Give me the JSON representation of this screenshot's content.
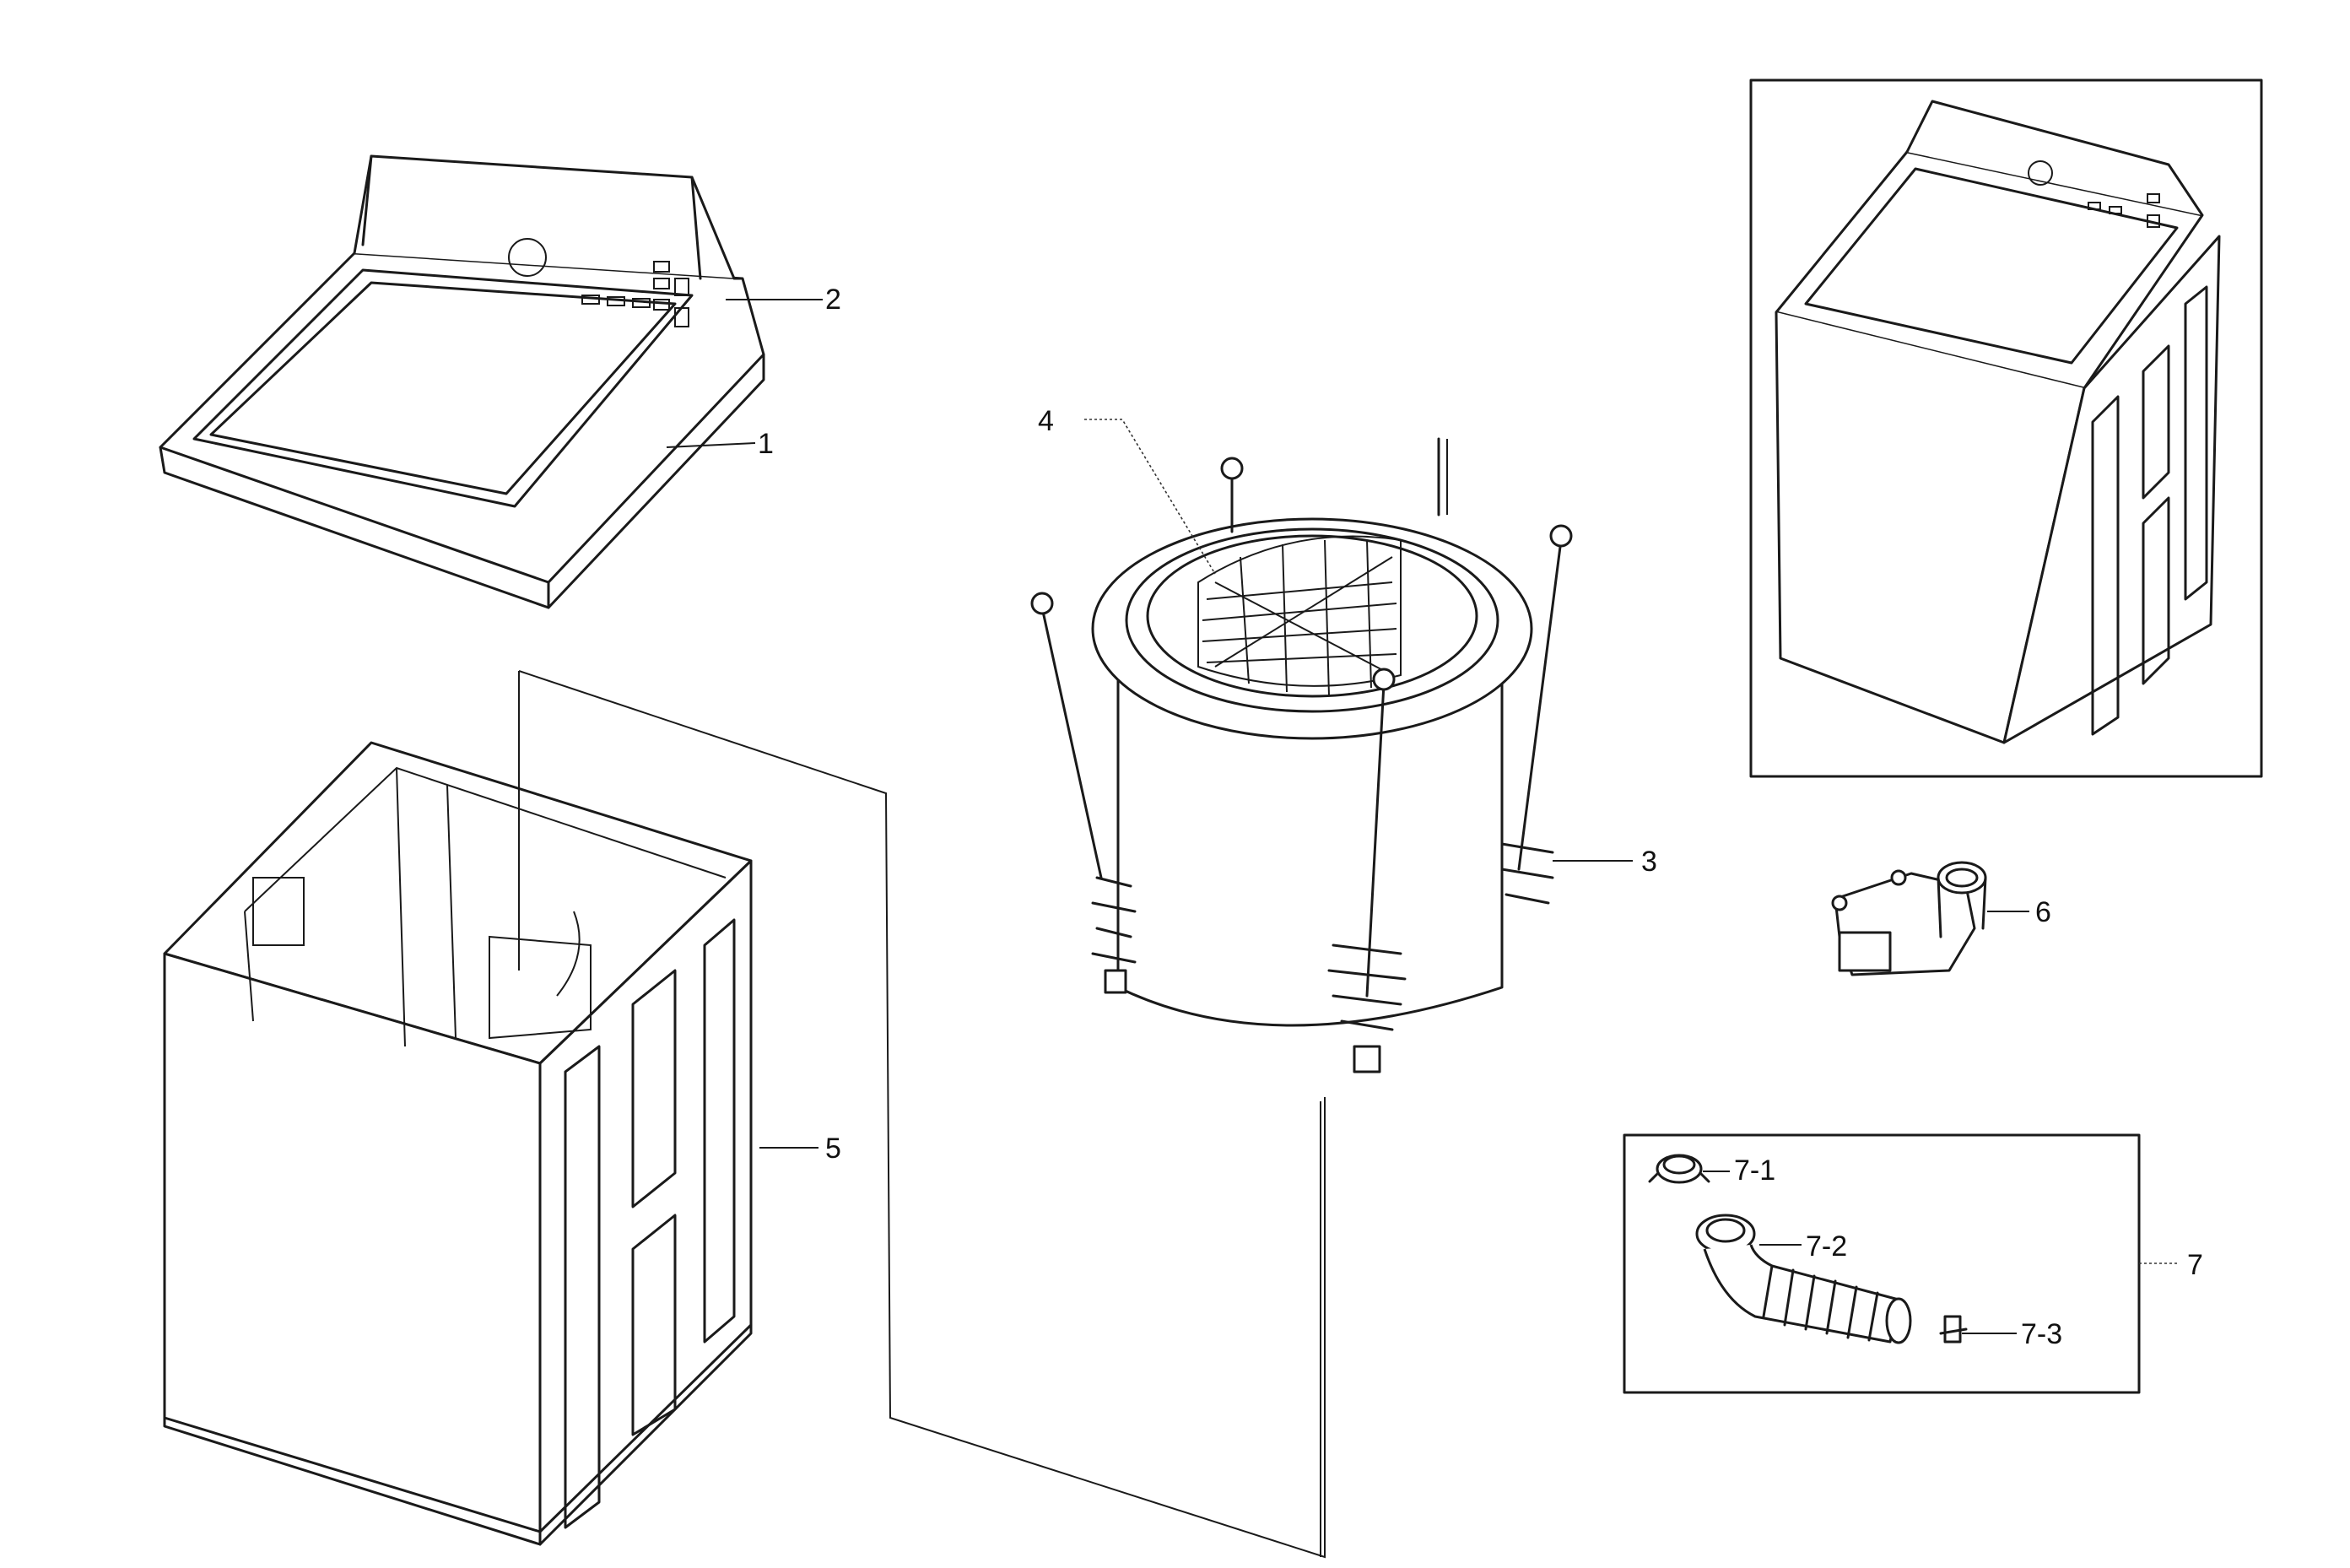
{
  "callouts": {
    "c1": "1",
    "c2": "2",
    "c3": "3",
    "c4": "4",
    "c5": "5",
    "c6": "6",
    "c7": "7",
    "c7_1": "7-1",
    "c7_2": "7-2",
    "c7_3": "7-3"
  }
}
